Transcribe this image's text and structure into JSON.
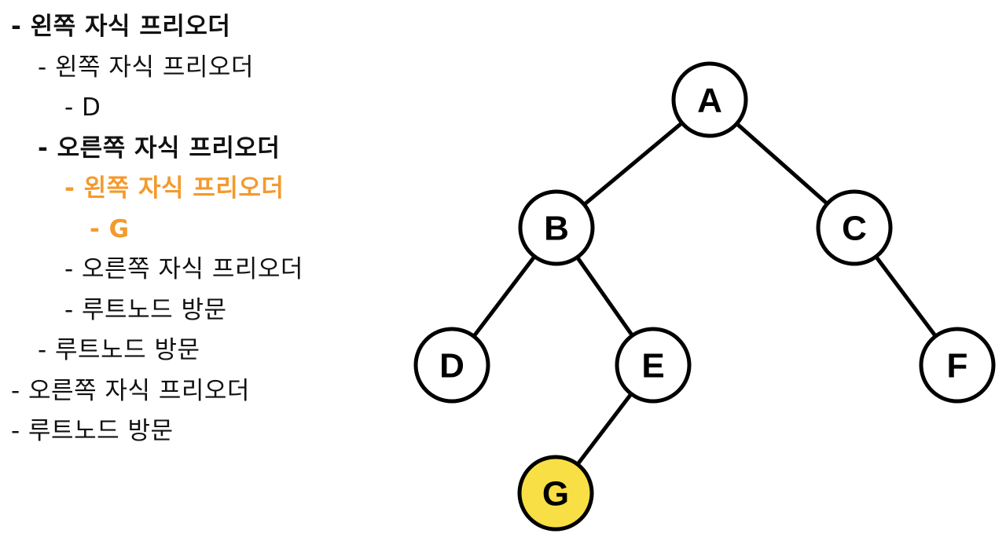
{
  "steps": [
    {
      "text": "- 왼쪽 자식 프리오더",
      "level": 0,
      "style": "bold"
    },
    {
      "text": "- 왼쪽 자식 프리오더",
      "level": 1,
      "style": "normal"
    },
    {
      "text": "- D",
      "level": 2,
      "style": "normal"
    },
    {
      "text": "- 오른쪽 자식 프리오더",
      "level": 1,
      "style": "bold"
    },
    {
      "text": "- 왼쪽 자식 프리오더",
      "level": 2,
      "style": "active"
    },
    {
      "text": "- G",
      "level": 3,
      "style": "active"
    },
    {
      "text": "- 오른쪽 자식 프리오더",
      "level": 2,
      "style": "normal"
    },
    {
      "text": "- 루트노드 방문",
      "level": 2,
      "style": "normal"
    },
    {
      "text": "- 루트노드 방문",
      "level": 1,
      "style": "normal"
    },
    {
      "text": "- 오른쪽 자식 프리오더",
      "level": 0,
      "style": "normal"
    },
    {
      "text": "- 루트노드 방문",
      "level": 0,
      "style": "normal"
    }
  ],
  "colors": {
    "active_text": "#F39A2D",
    "highlight_node": "#F7DF45",
    "node_fill": "#FFFFFF",
    "stroke": "#000000"
  },
  "tree": {
    "nodes": [
      {
        "id": "A",
        "label": "A",
        "highlighted": false
      },
      {
        "id": "B",
        "label": "B",
        "highlighted": false
      },
      {
        "id": "C",
        "label": "C",
        "highlighted": false
      },
      {
        "id": "D",
        "label": "D",
        "highlighted": false
      },
      {
        "id": "E",
        "label": "E",
        "highlighted": false
      },
      {
        "id": "F",
        "label": "F",
        "highlighted": false
      },
      {
        "id": "G",
        "label": "G",
        "highlighted": true
      }
    ],
    "edges": [
      {
        "from": "A",
        "to": "B"
      },
      {
        "from": "A",
        "to": "C"
      },
      {
        "from": "B",
        "to": "D"
      },
      {
        "from": "B",
        "to": "E"
      },
      {
        "from": "C",
        "to": "F"
      },
      {
        "from": "E",
        "to": "G"
      }
    ]
  }
}
